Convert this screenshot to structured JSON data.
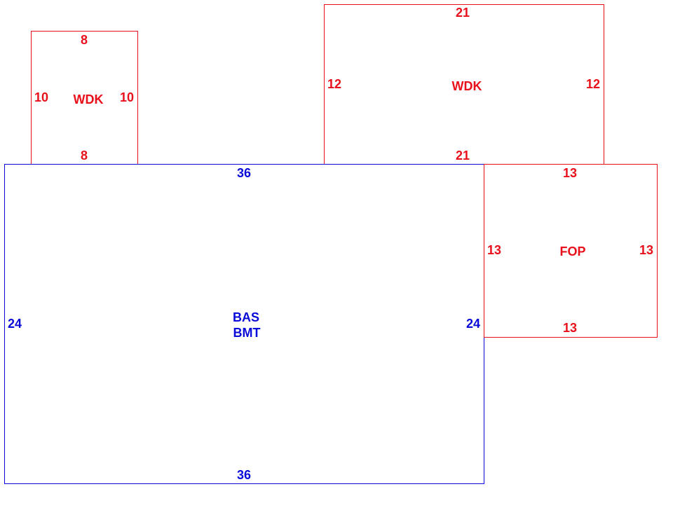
{
  "colors": {
    "deck": "#e8101a",
    "base": "#0a0ad8"
  },
  "areas": [
    {
      "code": "WDK",
      "top": "8",
      "bottom": "8",
      "left": "10",
      "right": "10"
    },
    {
      "code": "WDK",
      "top": "21",
      "bottom": "21",
      "left": "12",
      "right": "12"
    },
    {
      "code": "BAS",
      "code2": "BMT",
      "top": "36",
      "bottom": "36",
      "left": "24",
      "right": "24"
    },
    {
      "code": "FOP",
      "top": "13",
      "bottom": "13",
      "left": "13",
      "right": "13"
    }
  ]
}
